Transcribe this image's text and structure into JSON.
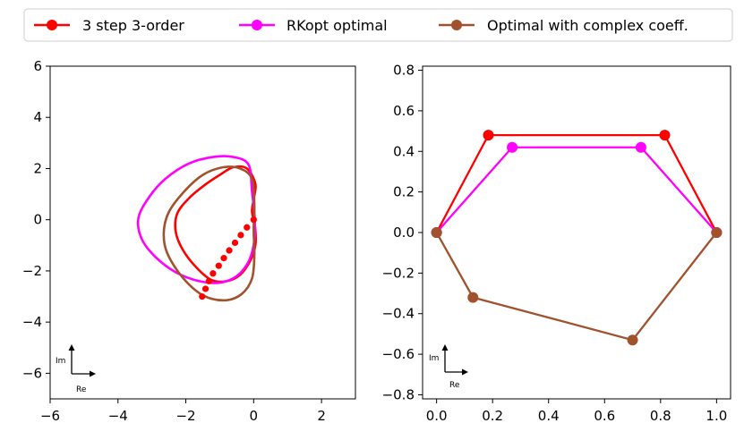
{
  "legend": {
    "items": [
      {
        "label": "3 step 3-order",
        "color": "#ff0000"
      },
      {
        "label": "RKopt optimal",
        "color": "#ff00ff"
      },
      {
        "label": "Optimal with complex coeff.",
        "color": "#a0522d"
      }
    ]
  },
  "chart_data": [
    {
      "type": "line",
      "title": "",
      "xlabel": "",
      "ylabel": "",
      "xlim": [
        -6,
        3
      ],
      "ylim": [
        -7,
        6
      ],
      "xticks": [
        -6,
        -4,
        -2,
        0,
        2
      ],
      "yticks": [
        -6,
        -4,
        -2,
        0,
        2,
        4,
        6
      ],
      "grid": false,
      "inset_axes_labels": {
        "re": "Re",
        "im": "Im"
      },
      "series": [
        {
          "name": "3 step 3-order",
          "color": "#ff0000",
          "x": [
            0.05,
            -0.2,
            -0.6,
            -1.0,
            -1.45,
            -1.9,
            -2.25,
            -2.3,
            -2.1,
            -1.7,
            -1.25,
            -0.8,
            -0.4,
            -0.1,
            0.05,
            0.05,
            0.0,
            -0.05,
            0.0,
            0.05
          ],
          "y": [
            1.4,
            2.0,
            2.05,
            1.75,
            1.35,
            0.85,
            0.25,
            -0.45,
            -1.15,
            -1.85,
            -2.35,
            -2.4,
            -2.15,
            -1.6,
            -1.0,
            -0.4,
            0.0,
            0.35,
            0.8,
            1.4
          ]
        },
        {
          "name": "RKopt optimal",
          "color": "#ff00ff",
          "x": [
            -0.15,
            -0.6,
            -1.2,
            -1.9,
            -2.6,
            -3.1,
            -3.4,
            -3.3,
            -2.9,
            -2.3,
            -1.6,
            -0.95,
            -0.45,
            -0.12,
            0.02,
            0.03,
            -0.05,
            -0.15
          ],
          "y": [
            2.15,
            2.45,
            2.45,
            2.2,
            1.6,
            0.85,
            0.05,
            -0.75,
            -1.45,
            -2.05,
            -2.4,
            -2.45,
            -2.15,
            -1.55,
            -0.8,
            0.1,
            1.1,
            2.15
          ]
        },
        {
          "name": "Optimal with complex coeff.",
          "color": "#a0522d",
          "x": [
            -0.05,
            -0.4,
            -0.9,
            -1.5,
            -2.05,
            -2.5,
            -2.65,
            -2.55,
            -2.1,
            -1.5,
            -0.85,
            -0.35,
            -0.05,
            0.02,
            0.0,
            0.02,
            -0.05
          ],
          "y": [
            1.6,
            2.0,
            2.05,
            1.75,
            1.1,
            0.3,
            -0.5,
            -1.3,
            -2.25,
            -2.95,
            -3.15,
            -2.9,
            -2.3,
            -1.4,
            -0.4,
            0.6,
            1.6
          ]
        },
        {
          "name": "",
          "color": "#ff0000",
          "mode": "markers",
          "x": [
            0.0,
            -0.2,
            -0.38,
            -0.55,
            -0.72,
            -0.88,
            -1.03,
            -1.2,
            -1.32,
            -1.42,
            -1.52
          ],
          "y": [
            0.0,
            -0.3,
            -0.6,
            -0.9,
            -1.2,
            -1.5,
            -1.8,
            -2.1,
            -2.4,
            -2.7,
            -3.0
          ]
        }
      ]
    },
    {
      "type": "line",
      "title": "",
      "xlabel": "",
      "ylabel": "",
      "xlim": [
        -0.05,
        1.05
      ],
      "ylim": [
        -0.82,
        0.82
      ],
      "xticks": [
        0.0,
        0.2,
        0.4,
        0.6,
        0.8,
        1.0
      ],
      "yticks": [
        -0.8,
        -0.6,
        -0.4,
        -0.2,
        0.0,
        0.2,
        0.4,
        0.6,
        0.8
      ],
      "grid": false,
      "inset_axes_labels": {
        "re": "Re",
        "im": "Im"
      },
      "series": [
        {
          "name": "3 step 3-order",
          "color": "#ff0000",
          "x": [
            0.0,
            0.185,
            0.815,
            1.0
          ],
          "y": [
            0.0,
            0.48,
            0.48,
            0.0
          ]
        },
        {
          "name": "RKopt optimal",
          "color": "#ff00ff",
          "x": [
            0.0,
            0.27,
            0.73,
            1.0
          ],
          "y": [
            0.0,
            0.42,
            0.42,
            0.0
          ]
        },
        {
          "name": "Optimal with complex coeff.",
          "color": "#a0522d",
          "x": [
            0.0,
            0.13,
            0.7,
            1.0
          ],
          "y": [
            0.0,
            -0.32,
            -0.53,
            0.0
          ]
        }
      ]
    }
  ]
}
